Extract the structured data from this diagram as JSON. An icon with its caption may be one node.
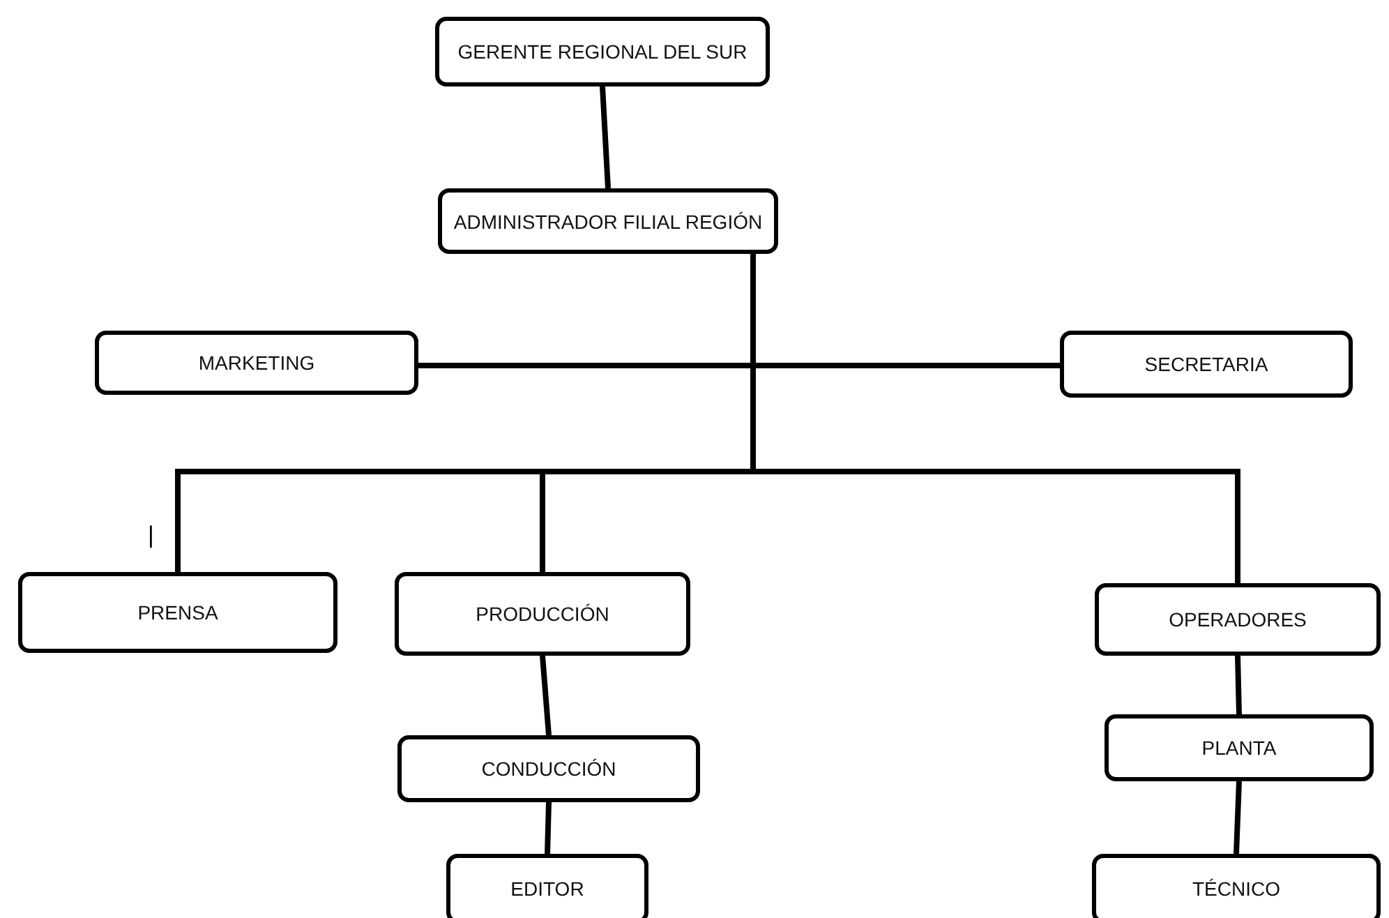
{
  "diagram": {
    "nodes": [
      {
        "text": [
          "GERENTE REGIONAL DEL SUR"
        ]
      },
      {
        "text": [
          "ADMINISTRADOR FILIAL REGIÓN"
        ]
      },
      {
        "text": [
          "MARKETING"
        ]
      },
      {
        "text": [
          "SECRETARIA"
        ]
      },
      {
        "text": [
          "PRENSA"
        ]
      },
      {
        "text": [
          "PRODUCCIÓN"
        ]
      },
      {
        "text": [
          "OPERADORES"
        ]
      },
      {
        "text": [
          "CONDUCCIÓN"
        ]
      },
      {
        "text": [
          "EDITOR"
        ]
      },
      {
        "text": [
          "PLANTA"
        ]
      },
      {
        "text": [
          "TÉCNICO"
        ]
      }
    ],
    "edges": [
      {
        "from": 0,
        "to": 1,
        "arrow": "none"
      },
      {
        "from": 1,
        "to": 2,
        "arrow": "none"
      },
      {
        "from": 1,
        "to": 3,
        "arrow": "none"
      },
      {
        "from": 1,
        "to": 4,
        "arrow": "none"
      },
      {
        "from": 1,
        "to": 5,
        "arrow": "none"
      },
      {
        "from": 1,
        "to": 6,
        "arrow": "none"
      },
      {
        "from": 5,
        "to": 7,
        "arrow": "none"
      },
      {
        "from": 7,
        "to": 8,
        "arrow": "none"
      },
      {
        "from": 6,
        "to": 9,
        "arrow": "none"
      },
      {
        "from": 9,
        "to": 10,
        "arrow": "none"
      }
    ],
    "labels": [
      "|"
    ]
  }
}
